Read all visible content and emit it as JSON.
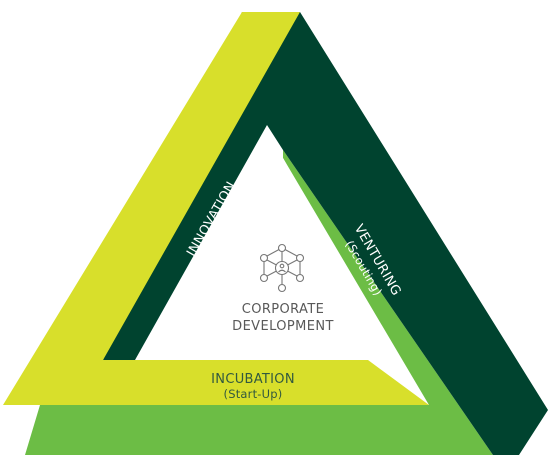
{
  "diagram": {
    "center": {
      "icon": "network-nodes-icon",
      "line1": "CORPORATE",
      "line2": "DEVELOPMENT"
    },
    "innovation": {
      "title": "INNOVATION",
      "subtitle": "(Creating)"
    },
    "venturing": {
      "title": "VENTURING",
      "subtitle": "(Scouting)"
    },
    "incubation": {
      "title": "INCUBATION",
      "subtitle": "(Start-Up)"
    }
  },
  "colors": {
    "yellow": "#d8df2b",
    "dark_green": "#00432f",
    "light_green": "#6cbd45",
    "white_text": "#ffffff",
    "center_text": "#595959",
    "incubation_text": "#31593f"
  }
}
